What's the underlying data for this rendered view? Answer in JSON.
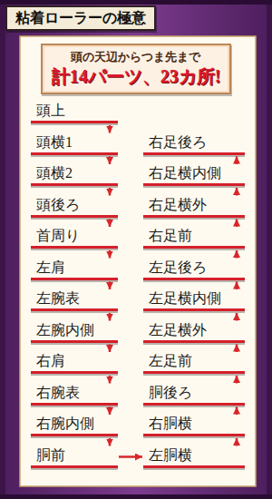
{
  "diagram": {
    "title": "粘着ローラーの極意",
    "nodes": [
      {
        "text": [
          "頭の天辺からつま先まで",
          "計14パーツ、23カ所!"
        ]
      },
      {
        "text": [
          "頭上"
        ]
      },
      {
        "text": [
          "頭横1"
        ]
      },
      {
        "text": [
          "頭横2"
        ]
      },
      {
        "text": [
          "頭後ろ"
        ]
      },
      {
        "text": [
          "首周り"
        ]
      },
      {
        "text": [
          "左肩"
        ]
      },
      {
        "text": [
          "左腕表"
        ]
      },
      {
        "text": [
          "左腕内側"
        ]
      },
      {
        "text": [
          "右肩"
        ]
      },
      {
        "text": [
          "右腕表"
        ]
      },
      {
        "text": [
          "右腕内側"
        ]
      },
      {
        "text": [
          "胴前"
        ]
      },
      {
        "text": [
          "右足後ろ"
        ]
      },
      {
        "text": [
          "右足横内側"
        ]
      },
      {
        "text": [
          "右足横外"
        ]
      },
      {
        "text": [
          "右足前"
        ]
      },
      {
        "text": [
          "左足後ろ"
        ]
      },
      {
        "text": [
          "左足横内側"
        ]
      },
      {
        "text": [
          "左足横外"
        ]
      },
      {
        "text": [
          "左足前"
        ]
      },
      {
        "text": [
          "胴後ろ"
        ]
      },
      {
        "text": [
          "右胴横"
        ]
      },
      {
        "text": [
          "左胴横"
        ]
      }
    ],
    "edges": [
      {
        "from": 1,
        "to": 2,
        "arrow": "to"
      },
      {
        "from": 2,
        "to": 3,
        "arrow": "to"
      },
      {
        "from": 3,
        "to": 4,
        "arrow": "to"
      },
      {
        "from": 4,
        "to": 5,
        "arrow": "to"
      },
      {
        "from": 5,
        "to": 6,
        "arrow": "to"
      },
      {
        "from": 6,
        "to": 7,
        "arrow": "to"
      },
      {
        "from": 7,
        "to": 8,
        "arrow": "to"
      },
      {
        "from": 8,
        "to": 9,
        "arrow": "to"
      },
      {
        "from": 9,
        "to": 10,
        "arrow": "to"
      },
      {
        "from": 10,
        "to": 11,
        "arrow": "to"
      },
      {
        "from": 11,
        "to": 12,
        "arrow": "to"
      },
      {
        "from": 12,
        "to": 23,
        "arrow": "to"
      },
      {
        "from": 23,
        "to": 22,
        "arrow": "to"
      },
      {
        "from": 22,
        "to": 21,
        "arrow": "to"
      },
      {
        "from": 21,
        "to": 20,
        "arrow": "to"
      },
      {
        "from": 20,
        "to": 19,
        "arrow": "to"
      },
      {
        "from": 19,
        "to": 18,
        "arrow": "to"
      },
      {
        "from": 18,
        "to": 17,
        "arrow": "to"
      },
      {
        "from": 17,
        "to": 16,
        "arrow": "to"
      },
      {
        "from": 16,
        "to": 15,
        "arrow": "to"
      },
      {
        "from": 15,
        "to": 14,
        "arrow": "to"
      },
      {
        "from": 14,
        "to": 13,
        "arrow": "to"
      }
    ]
  }
}
